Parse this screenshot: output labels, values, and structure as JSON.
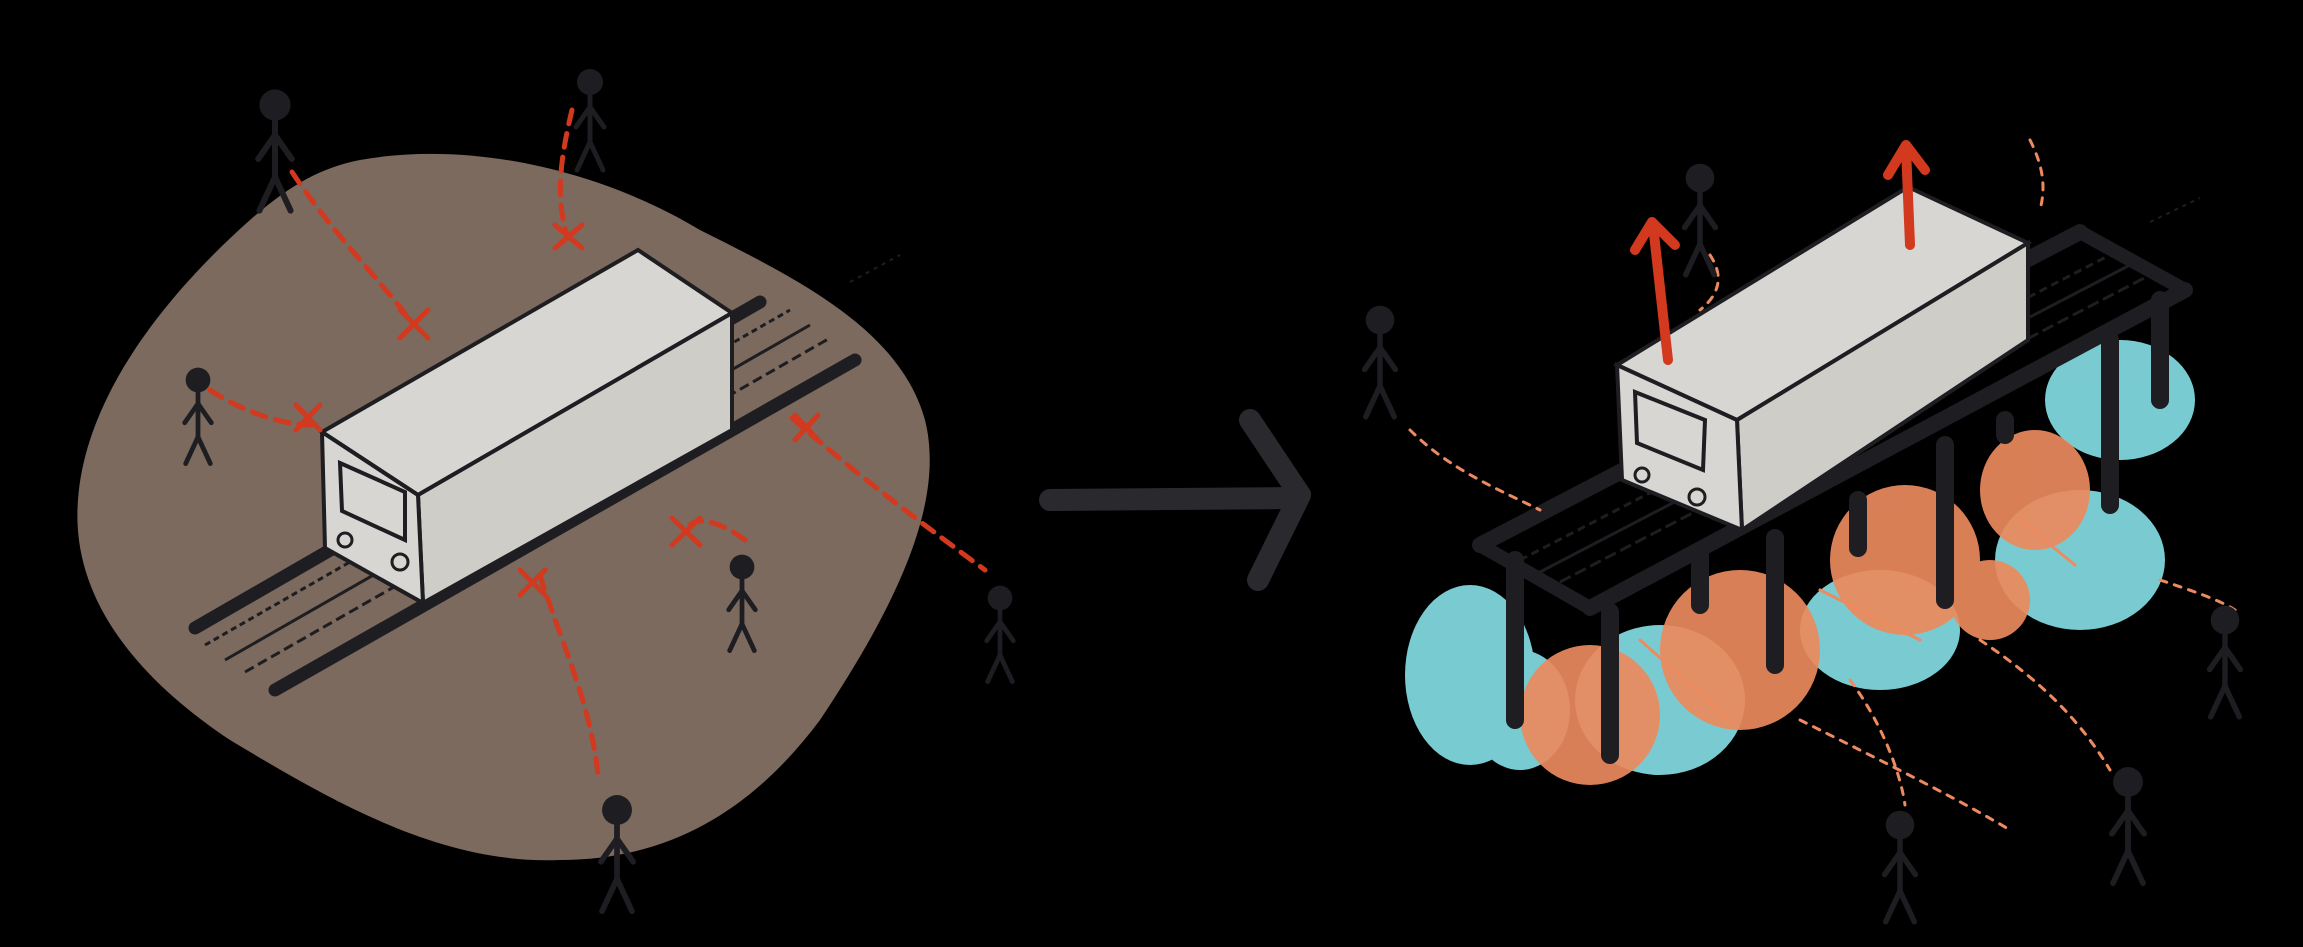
{
  "colors": {
    "background": "#000000",
    "ground": "#7b6a5d",
    "box_face": "#d8d6d2",
    "box_side": "#cfcdc8",
    "outline": "#1d1d22",
    "figure": "#1d1d22",
    "blocked_path": "#d2391f",
    "open_path": "#ee8a5f",
    "cyan_zone": "#7fd6dc",
    "orange_zone": "#ec8a5e",
    "up_arrow": "#d2391f",
    "transition_arrow": "#2a2a2e"
  },
  "scenes": {
    "before": {
      "description_icon": "ground-level-train-icon",
      "pedestrian_count": 6,
      "blocked_crossings": 6
    },
    "after": {
      "description_icon": "elevated-train-icon",
      "pedestrian_count": 5,
      "up_arrows": 2
    }
  }
}
